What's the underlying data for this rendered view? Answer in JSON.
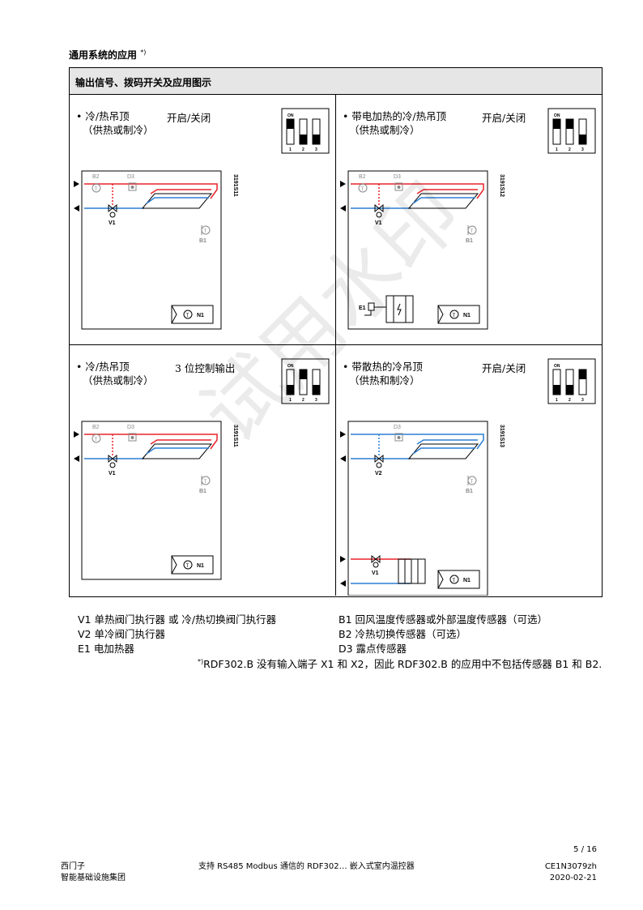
{
  "title": "通用系统的应用",
  "title_note": "*)",
  "table_header": "输出信号、拨码开关及应用图示",
  "panels": [
    {
      "line1": "冷/热吊顶",
      "line2": "（供热或制冷）",
      "mode": "开启/关闭",
      "code": "3191S11",
      "dip": [
        true,
        false,
        false
      ],
      "valve": "V1",
      "pipe": "red",
      "b2": "B2",
      "d3": "D3",
      "b1": "B1",
      "n1": "N1",
      "e1": null,
      "rad": false
    },
    {
      "line1": "带电加热的冷/热吊顶",
      "line2": "（供热或制冷）",
      "mode": "开启/关闭",
      "code": "3191S12",
      "dip": [
        true,
        true,
        false
      ],
      "valve": "V1",
      "pipe": "red",
      "b2": "B2",
      "d3": "D3",
      "b1": "B1",
      "n1": "N1",
      "e1": "E1",
      "rad": false
    },
    {
      "line1": "冷/热吊顶",
      "line2": "（供热或制冷）",
      "mode": "3 位控制输出",
      "code": "3191S11",
      "dip": [
        false,
        true,
        false
      ],
      "valve": "V1",
      "pipe": "red",
      "b2": "B2",
      "d3": "D3",
      "b1": "B1",
      "n1": "N1",
      "e1": null,
      "rad": false
    },
    {
      "line1": "带散热的冷吊顶",
      "line2": "（供热和制冷）",
      "mode": "开启/关闭",
      "code": "3191S13",
      "dip": [
        false,
        false,
        true
      ],
      "valve": "V2",
      "pipe": "blue",
      "b2": null,
      "d3": "D3",
      "b1": "B1",
      "n1": "N1",
      "e1": null,
      "rad": true,
      "rad_valve": "V1"
    }
  ],
  "dip_on": "ON",
  "dip_nums": [
    "1",
    "2",
    "3"
  ],
  "legend_left": [
    "V1  单热阀门执行器 或 冷/热切换阀门执行器",
    "V2  单冷阀门执行器",
    "E1  电加热器"
  ],
  "legend_right": [
    "B1  回风温度传感器或外部温度传感器（可选）",
    "B2  冷热切换传感器（可选）",
    "D3  露点传感器"
  ],
  "footnote_mark": "*)",
  "footnote": "RDF302.B 没有输入端子 X1 和 X2，因此 RDF302.B 的应用中不包括传感器 B1 和 B2.",
  "page_no": "5 / 16",
  "footer_left": [
    "西门子",
    "智能基础设施集团"
  ],
  "footer_center": "支持 RS485 Modbus 通信的 RDF302… 嵌入式室内温控器",
  "footer_right": [
    "CE1N3079zh",
    "2020-02-21"
  ],
  "watermark": "试用水印",
  "colors": {
    "hot": "#e8232a",
    "cold": "#2b7fd4",
    "header_bg": "#e6e6e6"
  }
}
